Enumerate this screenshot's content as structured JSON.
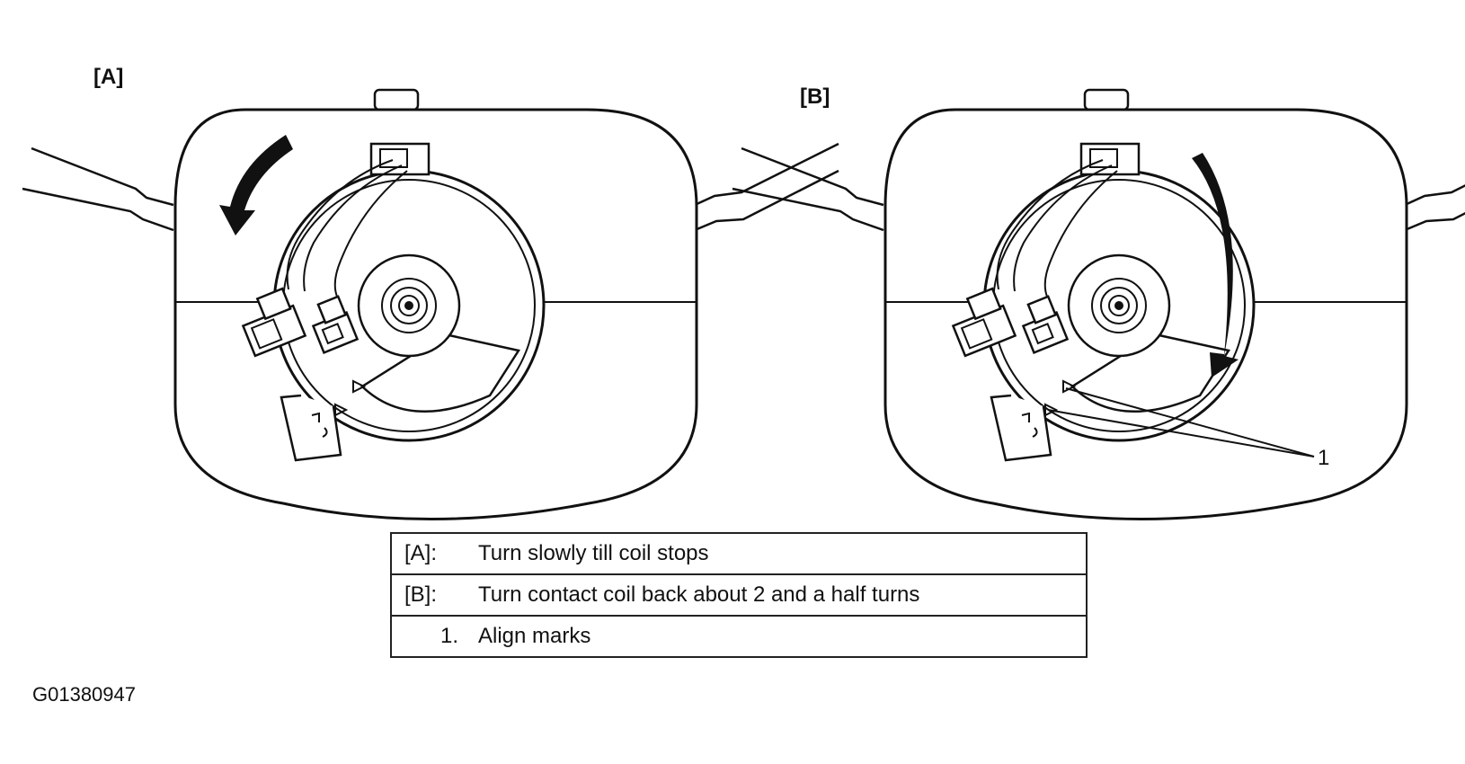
{
  "panels": {
    "a_label": "[A]",
    "b_label": "[B]"
  },
  "callout": "1",
  "legend": [
    {
      "key": "[A]:",
      "text": "Turn slowly till coil stops"
    },
    {
      "key": "[B]:",
      "text": "Turn contact coil back about 2 and a half turns"
    },
    {
      "key": "1.",
      "text": "Align marks"
    }
  ],
  "figure_id": "G01380947"
}
